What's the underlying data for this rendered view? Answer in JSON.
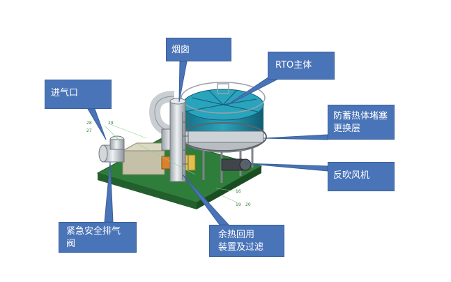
{
  "callouts": {
    "chimney": "烟囱",
    "rto_body": "RTO主体",
    "inlet": "进气口",
    "heat_storage_layer": [
      "防蓄热体堵塞",
      "更换层"
    ],
    "backflush_fan": "反吹风机",
    "emergency_valve": [
      "紧急安全排气",
      "阀"
    ],
    "heat_recovery": [
      "余热回用",
      "装置及过滤"
    ]
  },
  "part_tags": [
    "28",
    "27",
    "29",
    "16",
    "19",
    "20"
  ],
  "colors": {
    "callout_fill": "#4a74b8",
    "callout_border": "#3a5f9a",
    "callout_text": "#ffffff",
    "base_plate": "#2f7d3a",
    "rto_shell": "#1d8fa8",
    "steel": "#c9ced3",
    "pipe_orange": "#d9822b"
  }
}
